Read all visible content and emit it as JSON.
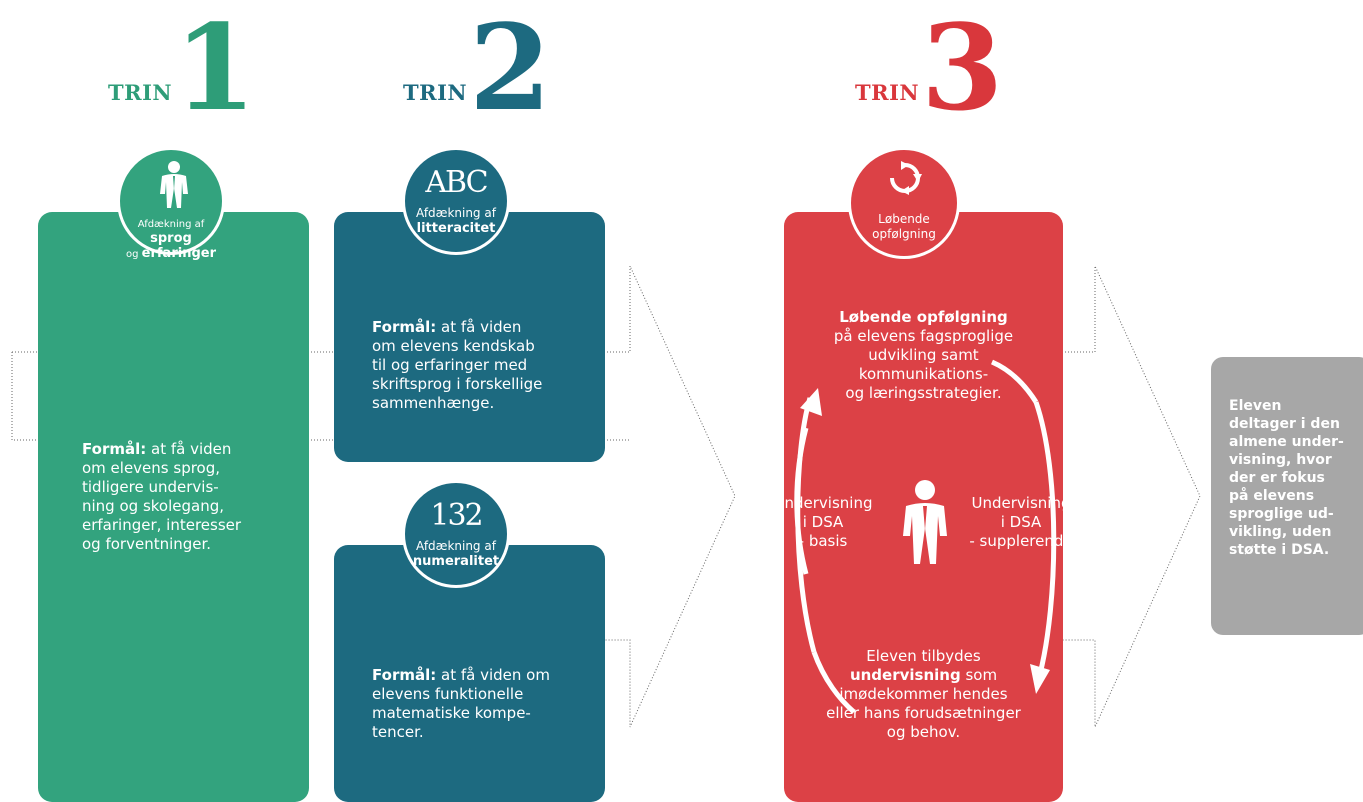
{
  "steps": [
    {
      "word": "TRIN",
      "number": "1",
      "color": "#2e9d78"
    },
    {
      "word": "TRIN",
      "number": "2",
      "color": "#1d6a80"
    },
    {
      "word": "TRIN",
      "number": "3",
      "color": "#d9373c"
    }
  ],
  "trin1": {
    "badge_line1_prefix": "Afdækning af ",
    "badge_line1_bold": "sprog",
    "badge_line2_prefix": "og ",
    "badge_line2_bold": "erfaringer",
    "purpose_label": "Formål:",
    "purpose_lines": [
      " at få viden",
      "om elevens sprog,",
      "tidligere undervis-",
      "ning og skolegang,",
      "erfaringer, interesser",
      "og forventninger."
    ]
  },
  "trin2_literacy": {
    "glyph": "ABC",
    "badge_line1": "Afdækning af",
    "badge_line2": "litteracitet",
    "purpose_label": "Formål:",
    "purpose_lines": [
      " at få viden",
      "om elevens kendskab",
      "til og erfaringer med",
      "skriftsprog i forskellige",
      "sammenhænge."
    ]
  },
  "trin2_numeracy": {
    "glyph": "132",
    "badge_line1": "Afdækning af",
    "badge_line2": "numeralitet",
    "purpose_label": "Formål:",
    "purpose_lines": [
      " at få viden om",
      "elevens funktionelle",
      "matematiske kompe-",
      "tencer."
    ]
  },
  "trin3": {
    "badge_line1": "Løbende",
    "badge_line2": "opfølgning",
    "top_title": "Løbende opfølgning",
    "top_lines": [
      "på elevens fagsproglige",
      "udvikling samt",
      "kommunikations-",
      "og læringsstrategier."
    ],
    "left_lines": [
      "Undervisning",
      "i DSA",
      "- basis"
    ],
    "right_lines": [
      "Undervisning",
      "i DSA",
      "- supplerende"
    ],
    "bottom_line1": "Eleven tilbydes",
    "bottom_bold": "undervisning",
    "bottom_line2_rest": " som",
    "bottom_lines": [
      "imødekommer hendes",
      "eller hans forudsætninger",
      "og behov."
    ]
  },
  "outcome": {
    "lines": [
      "Eleven",
      "deltager i den",
      "almene under-",
      "visning, hvor",
      "der er fokus",
      "på elevens",
      "sproglige ud-",
      "vikling, uden",
      "støtte i DSA."
    ]
  },
  "colors": {
    "green": "#33a37e",
    "blue": "#1d6a80",
    "red": "#dc4146",
    "grey": "#a7a7a7"
  }
}
